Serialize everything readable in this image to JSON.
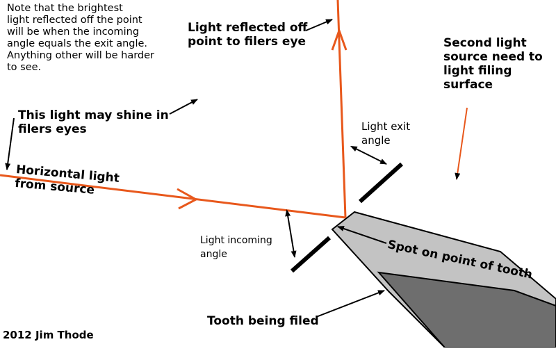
{
  "labels": {
    "note": "Note that the brightest\nlight reflected off the point\nwill be when the incoming\nangle equals the exit angle.\nAnything other will be harder\nto see.",
    "reflected": "Light reflected off\npoint to filers eye",
    "second_light": "Second light\nsource need to\nlight filing\nsurface",
    "shine": "This light may shine in\nfilers eyes",
    "horizontal": "Horizontal light\nfrom source",
    "exit_angle": "Light exit\nangle",
    "incoming_angle": "Light incoming\nangle",
    "spot": "Spot on point of tooth",
    "tooth": "Tooth being filed",
    "copyright": "2012 Jim Thode"
  },
  "colors": {
    "light_ray": "#e8581c",
    "tooth_light": "#c3c3c3",
    "tooth_dark": "#6e6e6e",
    "ink": "#000000"
  }
}
